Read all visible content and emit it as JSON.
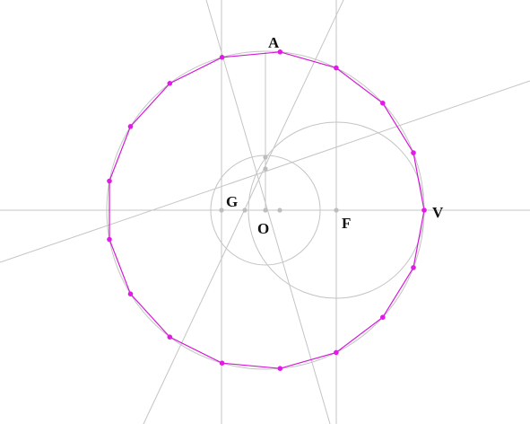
{
  "figure": {
    "labels": {
      "A": "A",
      "G": "G",
      "O": "O",
      "F": "F",
      "V": "V"
    },
    "colors": {
      "construction": "#c4c4c4",
      "polygon": "#d21bd6",
      "vertex": "#e21ae8",
      "point": "#bdbdbd",
      "text": "#111111"
    },
    "polygon_vertex_count": 17
  }
}
